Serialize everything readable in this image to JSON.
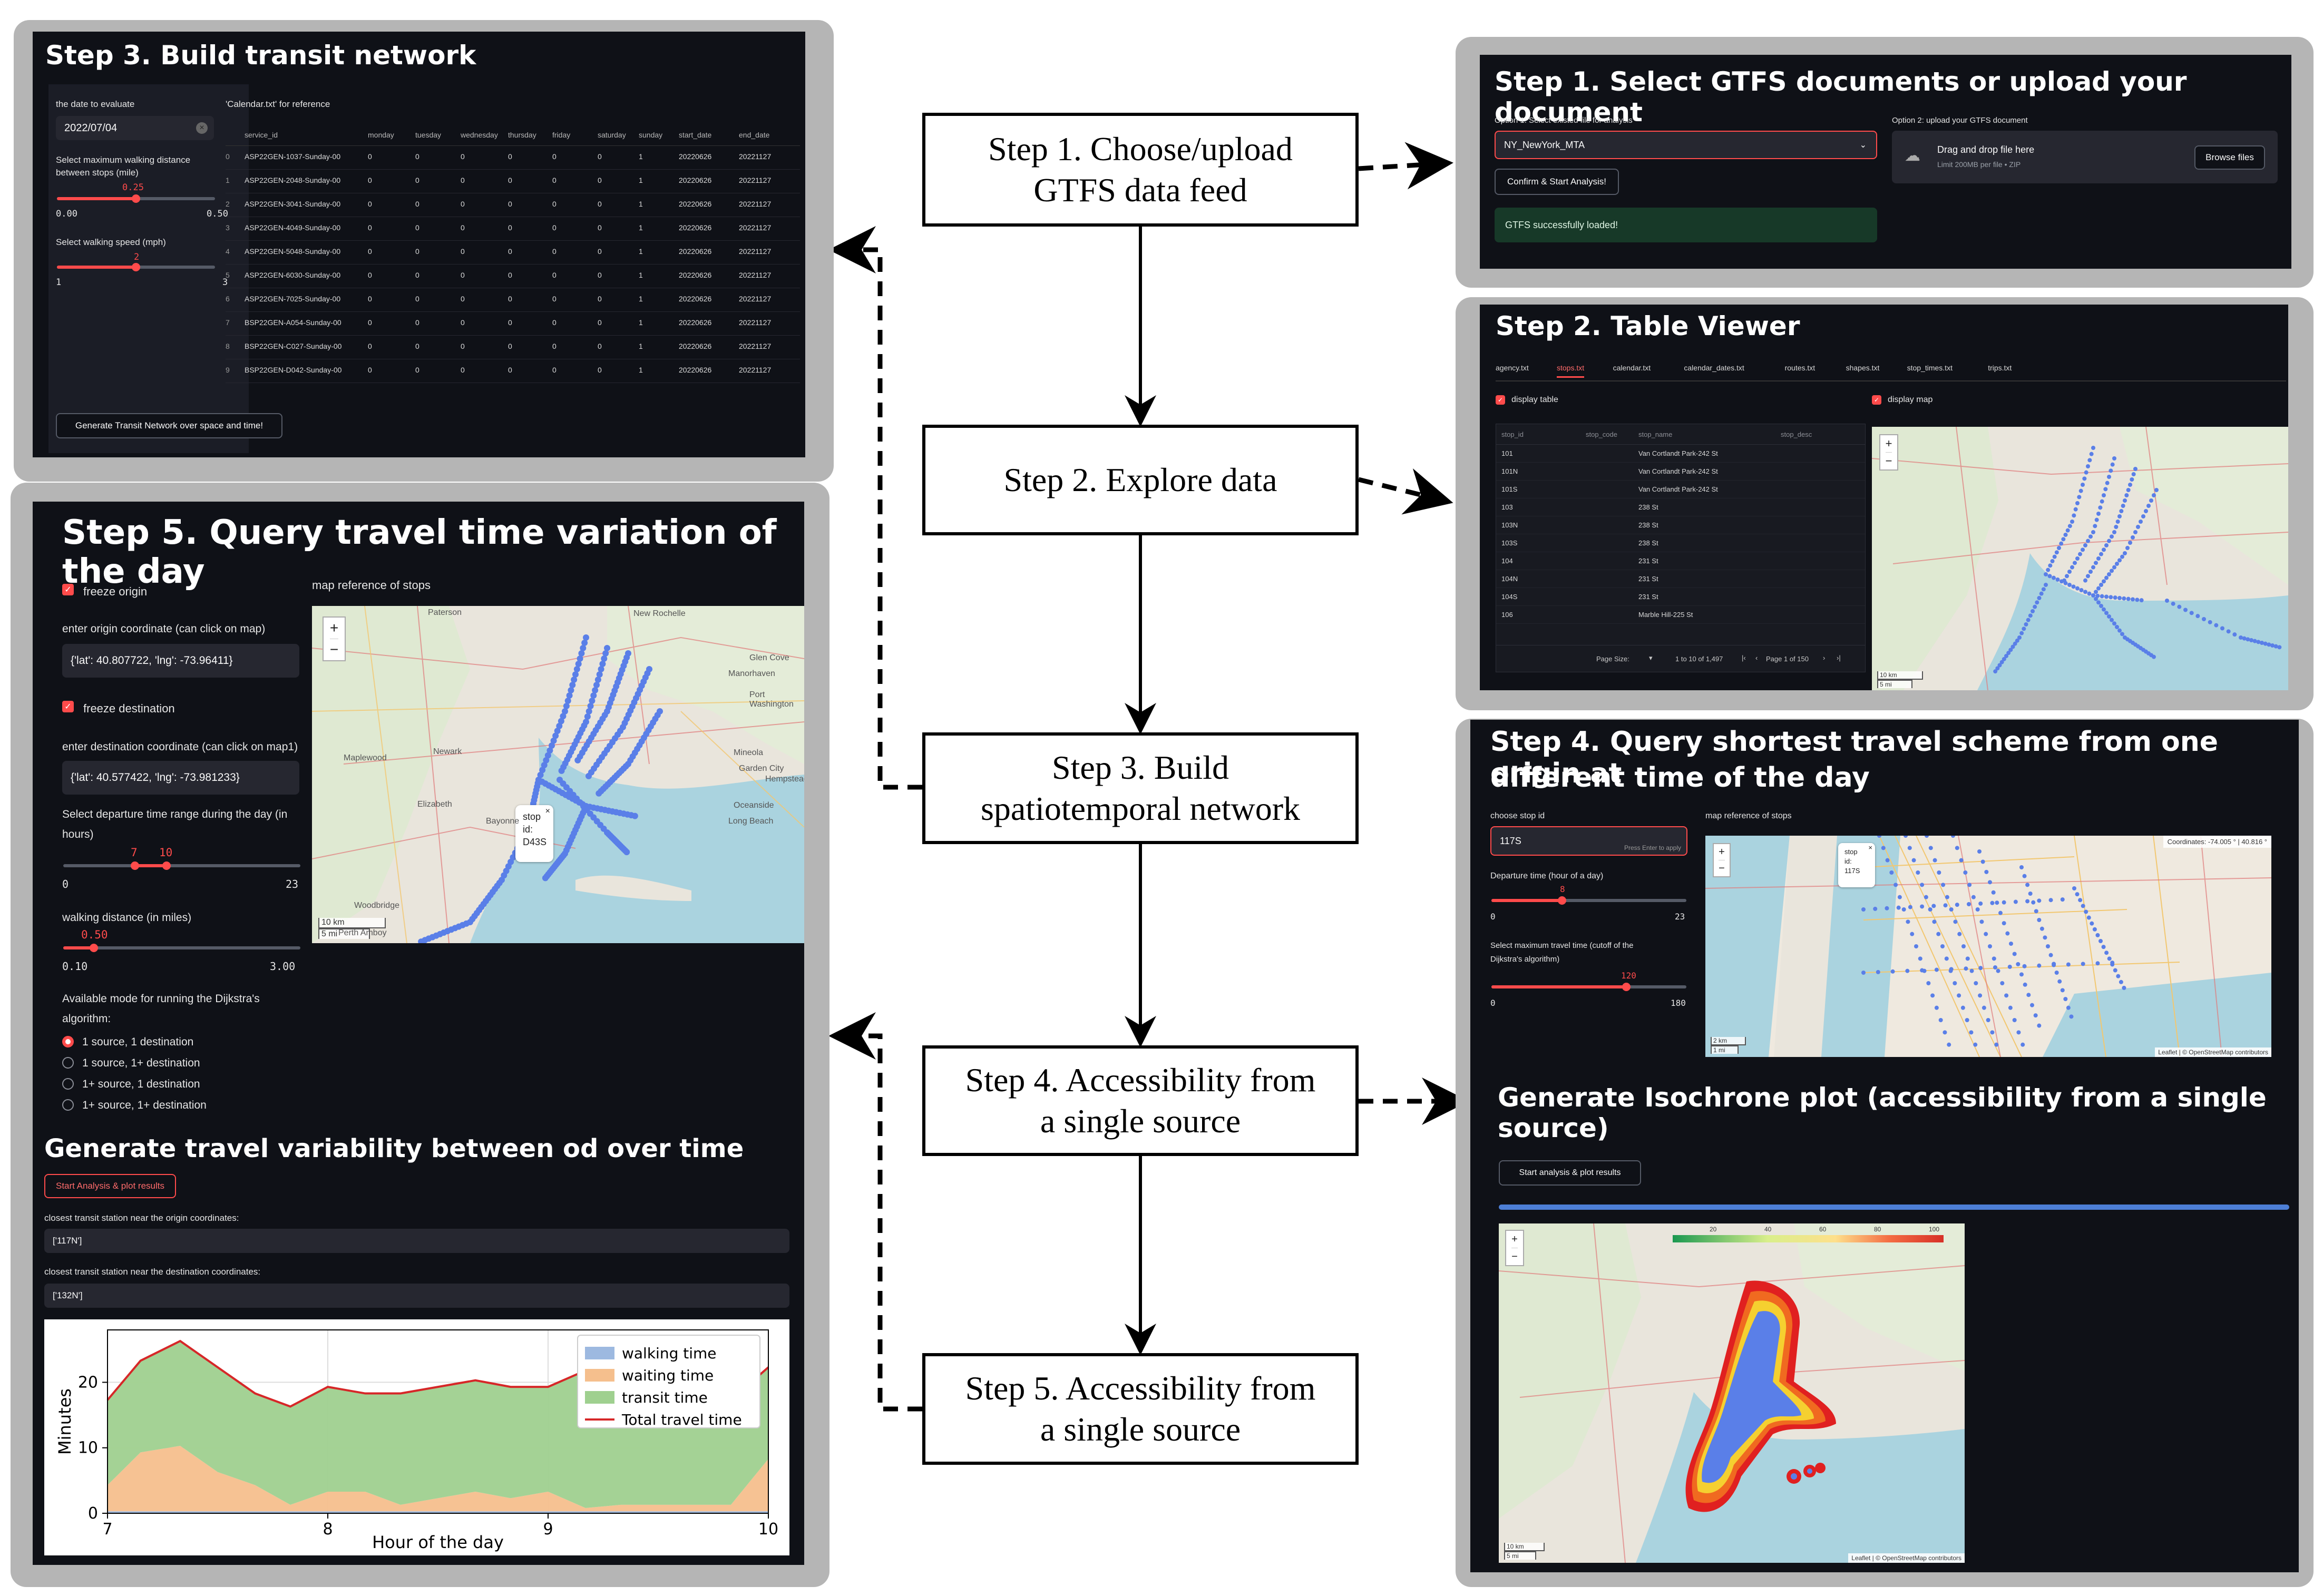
{
  "flow": {
    "step1": {
      "line1": "Step 1. Choose/upload",
      "line2": "GTFS data feed"
    },
    "step2": {
      "line1": "Step 2. Explore data"
    },
    "step3": {
      "line1": "Step 3. Build",
      "line2": "spatiotemporal network"
    },
    "step4": {
      "line1": "Step 4. Accessibility from",
      "line2": "a single source"
    },
    "step5": {
      "line1": "Step 5. Accessibility from",
      "line2": "a single source"
    }
  },
  "panel1": {
    "title": "Step 1. Select GTFS documents or upload your document",
    "option1_label": "Option 1: Select existed file for analysis",
    "select_value": "NY_NewYork_MTA",
    "confirm_button": "Confirm & Start Analysis!",
    "success_msg": "GTFS successfully loaded!",
    "option2_label": "Option 2: upload your GTFS document",
    "drop_title": "Drag and drop file here",
    "drop_sub": "Limit 200MB per file • ZIP",
    "browse_button": "Browse files"
  },
  "panel2": {
    "title": "Step 2. Table Viewer",
    "tabs": [
      "agency.txt",
      "stops.txt",
      "calendar.txt",
      "calendar_dates.txt",
      "routes.txt",
      "shapes.txt",
      "stop_times.txt",
      "trips.txt"
    ],
    "display_table": "display table",
    "display_map": "display map",
    "columns": [
      "stop_id",
      "stop_code",
      "stop_name",
      "stop_desc"
    ],
    "rows": [
      [
        "101",
        "",
        "Van Cortlandt Park-242 St",
        ""
      ],
      [
        "101N",
        "",
        "Van Cortlandt Park-242 St",
        ""
      ],
      [
        "101S",
        "",
        "Van Cortlandt Park-242 St",
        ""
      ],
      [
        "103",
        "",
        "238 St",
        ""
      ],
      [
        "103N",
        "",
        "238 St",
        ""
      ],
      [
        "103S",
        "",
        "238 St",
        ""
      ],
      [
        "104",
        "",
        "231 St",
        ""
      ],
      [
        "104N",
        "",
        "231 St",
        ""
      ],
      [
        "104S",
        "",
        "231 St",
        ""
      ],
      [
        "106",
        "",
        "Marble Hill-225 St",
        ""
      ]
    ],
    "page_size": "Page Size:",
    "range": "1 to 10 of 1,497",
    "page": "Page 1 of 150",
    "scale_km": "10 km",
    "scale_mi": "5 mi"
  },
  "panel3": {
    "title": "Step 3. Build transit network",
    "date_label": "the date to evaluate",
    "date_value": "2022/07/04",
    "walk_label_1": "Select maximum walking distance",
    "walk_label_2": "between stops (mile)",
    "walk_value": "0.25",
    "walk_min": "0.00",
    "walk_max": "0.50",
    "speed_label": "Select walking speed (mph)",
    "speed_value": "2",
    "speed_min": "1",
    "speed_max": "3",
    "calendar_label": "'Calendar.txt' for reference",
    "columns": [
      "",
      "service_id",
      "monday",
      "tuesday",
      "wednesday",
      "thursday",
      "friday",
      "saturday",
      "sunday",
      "start_date",
      "end_date"
    ],
    "rows": [
      [
        "0",
        "ASP22GEN-1037-Sunday-00",
        "0",
        "0",
        "0",
        "0",
        "0",
        "0",
        "1",
        "20220626",
        "20221127"
      ],
      [
        "1",
        "ASP22GEN-2048-Sunday-00",
        "0",
        "0",
        "0",
        "0",
        "0",
        "0",
        "1",
        "20220626",
        "20221127"
      ],
      [
        "2",
        "ASP22GEN-3041-Sunday-00",
        "0",
        "0",
        "0",
        "0",
        "0",
        "0",
        "1",
        "20220626",
        "20221127"
      ],
      [
        "3",
        "ASP22GEN-4049-Sunday-00",
        "0",
        "0",
        "0",
        "0",
        "0",
        "0",
        "1",
        "20220626",
        "20221127"
      ],
      [
        "4",
        "ASP22GEN-5048-Sunday-00",
        "0",
        "0",
        "0",
        "0",
        "0",
        "0",
        "1",
        "20220626",
        "20221127"
      ],
      [
        "5",
        "ASP22GEN-6030-Sunday-00",
        "0",
        "0",
        "0",
        "0",
        "0",
        "0",
        "1",
        "20220626",
        "20221127"
      ],
      [
        "6",
        "ASP22GEN-7025-Sunday-00",
        "0",
        "0",
        "0",
        "0",
        "0",
        "0",
        "1",
        "20220626",
        "20221127"
      ],
      [
        "7",
        "BSP22GEN-A054-Sunday-00",
        "0",
        "0",
        "0",
        "0",
        "0",
        "0",
        "1",
        "20220626",
        "20221127"
      ],
      [
        "8",
        "BSP22GEN-C027-Sunday-00",
        "0",
        "0",
        "0",
        "0",
        "0",
        "0",
        "1",
        "20220626",
        "20221127"
      ],
      [
        "9",
        "BSP22GEN-D042-Sunday-00",
        "0",
        "0",
        "0",
        "0",
        "0",
        "0",
        "1",
        "20220626",
        "20221127"
      ]
    ],
    "generate_button": "Generate Transit Network over space and time!"
  },
  "panel4": {
    "title_line1": "Step 4. Query shortest travel scheme from one origin at",
    "title_line2": "different time of the day",
    "stop_label": "choose stop id",
    "stop_value": "117S",
    "press_enter": "Press Enter to apply",
    "dep_label": "Departure time (hour of a day)",
    "dep_value": "8",
    "dep_min": "0",
    "dep_max": "23",
    "max_label_1": "Select maximum travel time (cutoff of the",
    "max_label_2": "Dijkstra's algorithm)",
    "max_value": "120",
    "max_min": "0",
    "max_max": "180",
    "map_label": "map reference of stops",
    "coords": "Coordinates: -74.005 ° | 40.816 °",
    "popup_l1": "stop",
    "popup_l2": "id:",
    "popup_l3": "117S",
    "isochrone_title": "Generate Isochrone plot (accessibility from a single source)",
    "start_button": "Start analysis & plot results",
    "scale_ticks": [
      "20",
      "40",
      "60",
      "80",
      "100"
    ],
    "attribution": "Leaflet | © OpenStreetMap contributors",
    "scale_km": "2 km",
    "scale_mi": "1 mi",
    "iso_scale_km": "10 km",
    "iso_scale_mi": "5 mi"
  },
  "panel5": {
    "title": "Step 5. Query travel time variation of the day",
    "freeze_origin": "freeze origin",
    "origin_label": "enter origin coordinate (can click on map)",
    "origin_value": "{'lat': 40.807722, 'lng': -73.96411}",
    "freeze_dest": "freeze destination",
    "dest_label": "enter destination coordinate (can click on map1)",
    "dest_value": "{'lat': 40.577422, 'lng': -73.981233}",
    "dep_label_1": "Select departure time range during the day (in",
    "dep_label_2": "hours)",
    "dep_lo": "7",
    "dep_hi": "10",
    "dep_min": "0",
    "dep_max": "23",
    "walk_label": "walking distance (in miles)",
    "walk_value": "0.50",
    "walk_min": "0.10",
    "walk_max": "3.00",
    "mode_label_1": "Available mode for running the Dijkstra's",
    "mode_label_2": "algorithm:",
    "modes": [
      "1 source, 1 destination",
      "1 source, 1+ destination",
      "1+ source, 1 destination",
      "1+ source, 1+ destination"
    ],
    "map_label": "map reference of stops",
    "popup_l1": "stop",
    "popup_l2": "id:",
    "popup_l3": "D43S",
    "scale_km": "10 km",
    "scale_mi": "5 mi",
    "place_labels": [
      "Paterson",
      "New Rochelle",
      "Glen Cove",
      "Manorhaven",
      "Port Washington",
      "Mineola",
      "Garden City",
      "Hempstead",
      "Oceanside",
      "Long Beach",
      "Newark",
      "Elizabeth",
      "Bayonne",
      "Maplewood",
      "Woodbridge",
      "Perth Amboy"
    ],
    "variability_title": "Generate travel variability between od over time",
    "start_button": "Start Analysis & plot results",
    "closest_origin_label": "closest transit station near the origin coordinates:",
    "closest_origin_value": "['117N']",
    "closest_dest_label": "closest transit station near the destination coordinates:",
    "closest_dest_value": "['132N']"
  },
  "chart_data": {
    "type": "area",
    "xlabel": "Hour of the day",
    "ylabel": "Minutes",
    "xlim": [
      7,
      10
    ],
    "ylim": [
      0,
      28
    ],
    "xticks": [
      7,
      8,
      9,
      10
    ],
    "yticks": [
      0,
      10,
      20
    ],
    "legend_position": "top-right",
    "x": [
      7.0,
      7.15,
      7.33,
      7.5,
      7.67,
      7.83,
      8.0,
      8.17,
      8.33,
      8.5,
      8.67,
      8.83,
      9.0,
      9.17,
      9.33,
      9.5,
      9.67,
      9.83,
      10.0
    ],
    "series": [
      {
        "name": "walking time",
        "color": "#9db9e0",
        "values": [
          0.3,
          0.3,
          0.3,
          0.3,
          0.3,
          0.3,
          0.3,
          0.3,
          0.3,
          0.3,
          0.3,
          0.3,
          0.3,
          0.3,
          0.3,
          0.3,
          0.3,
          0.3,
          0.3
        ]
      },
      {
        "name": "waiting time",
        "color": "#f5bf8d",
        "values": [
          4,
          9,
          10,
          6,
          4,
          1,
          3,
          3,
          1,
          2,
          3,
          2,
          3,
          0.5,
          1,
          1,
          1,
          1,
          8
        ]
      },
      {
        "name": "transit time",
        "color": "#9fd08f",
        "values": [
          13,
          14,
          16,
          16,
          14,
          15,
          16,
          15,
          17,
          17,
          17,
          17,
          16,
          21,
          16,
          16,
          16,
          16,
          14
        ]
      },
      {
        "name": "Total travel time",
        "color": "#d62728",
        "values": [
          17.3,
          23.3,
          26.3,
          22.3,
          18.3,
          16.3,
          19.3,
          18.3,
          18.3,
          19.3,
          20.3,
          19.3,
          19.3,
          21.8,
          17.3,
          17.3,
          17.3,
          17.3,
          22.3
        ]
      }
    ]
  },
  "colors": {
    "accent": "#ff4b4b",
    "dark_bg": "#0f1117",
    "widget_bg": "#262730",
    "stop_dot": "#5a7fe8",
    "panel_frame": "#b5b5b5"
  }
}
